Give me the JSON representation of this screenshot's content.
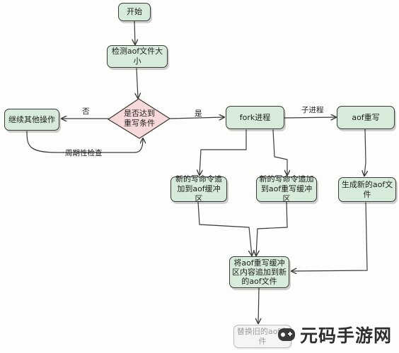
{
  "nodes": {
    "start": "开始",
    "check_size": "检测aof文件大小",
    "condition": "是否达到重写条件",
    "continue_ops": "继续其他操作",
    "fork": "fork进程",
    "aof_rewrite": "aof重写",
    "new_cmd_to_aof_buffer": "新的写命令追加到aof缓冲区",
    "new_cmd_to_rewrite_buffer": "新的写命令追加到aof重写缓冲区",
    "generate_new_aof": "生成新的aof文件",
    "append_rewrite_buffer": "将aof重写缓冲区内容追加到新的aof文件",
    "replace_old_aof": "替换旧的aof文件"
  },
  "labels": {
    "no": "否",
    "yes": "是",
    "child_process": "子进程",
    "periodic_check": "周期性检查"
  },
  "watermark": {
    "text": "元码手游网"
  },
  "colors": {
    "node_fill": "#d6ebd9",
    "condition_fill": "#f7d9d9",
    "stroke": "#3a3a3a"
  }
}
